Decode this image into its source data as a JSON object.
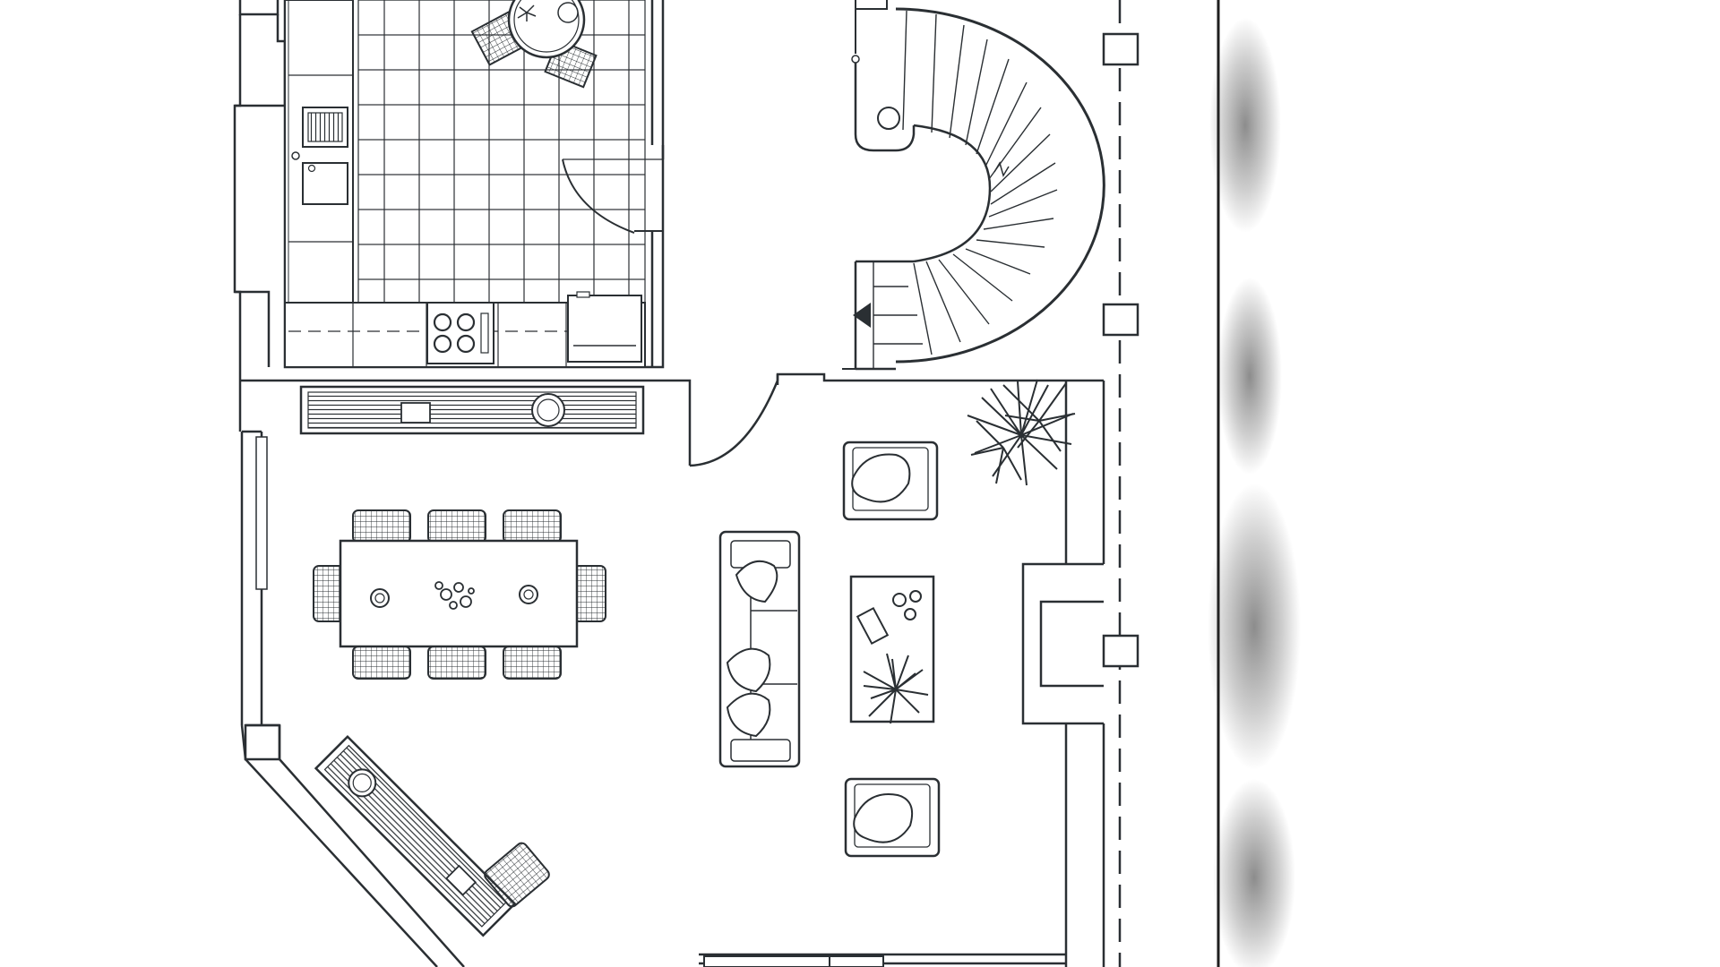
{
  "colors": {
    "paper": "#ffffff",
    "ink": "#2a2f33",
    "wall_fill": "#ffffff",
    "smudge": "#3a3a3a"
  },
  "rooms": [
    {
      "name": "kitchen",
      "furniture": [
        "counter-run",
        "sink",
        "cooktop",
        "oven",
        "round-table",
        "chair"
      ]
    },
    {
      "name": "stair-hall",
      "furniture": [
        "spiral-stair",
        "direction-arrow"
      ]
    },
    {
      "name": "dining-area",
      "furniture": [
        "dining-table",
        "chair",
        "chair",
        "chair",
        "chair",
        "chair",
        "chair",
        "chair",
        "chair",
        "sideboard"
      ]
    },
    {
      "name": "living-area",
      "furniture": [
        "sofa",
        "armchair",
        "armchair",
        "coffee-table",
        "potted-plant",
        "fireplace"
      ]
    },
    {
      "name": "corner-study",
      "furniture": [
        "desk",
        "chair"
      ]
    }
  ]
}
